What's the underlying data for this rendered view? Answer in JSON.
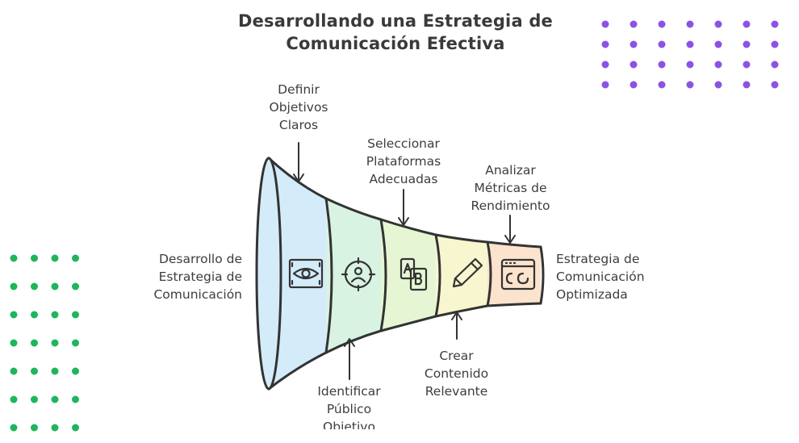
{
  "title": [
    "Desarrollando una Estrategia de",
    "Comunicación Efectiva"
  ],
  "input_label": [
    "Desarrollo de",
    "Estrategia de",
    "Comunicación"
  ],
  "output_label": [
    "Estrategia de",
    "Comunicación",
    "Optimizada"
  ],
  "stages": [
    {
      "lines": [
        "Definir",
        "Objetivos",
        "Claros"
      ],
      "position": "top",
      "icon": "eye-icon",
      "color": "#d4ecf9"
    },
    {
      "lines": [
        "Identificar",
        "Público",
        "Objetivo"
      ],
      "position": "bottom",
      "icon": "target-person-icon",
      "color": "#d8f3e2"
    },
    {
      "lines": [
        "Seleccionar",
        "Plataformas",
        "Adecuadas"
      ],
      "position": "top",
      "icon": "ab-devices-icon",
      "color": "#e6f6d4"
    },
    {
      "lines": [
        "Crear",
        "Contenido",
        "Relevante"
      ],
      "position": "bottom",
      "icon": "pencil-icon",
      "color": "#f8f6cf"
    },
    {
      "lines": [
        "Analizar",
        "Métricas de",
        "Rendimiento"
      ],
      "position": "top",
      "icon": "browser-window-icon",
      "color": "#fbe3cd"
    }
  ],
  "colors": {
    "purple_dots": "#8c52e6",
    "green_dots": "#1fb55c",
    "outline": "#333333"
  }
}
